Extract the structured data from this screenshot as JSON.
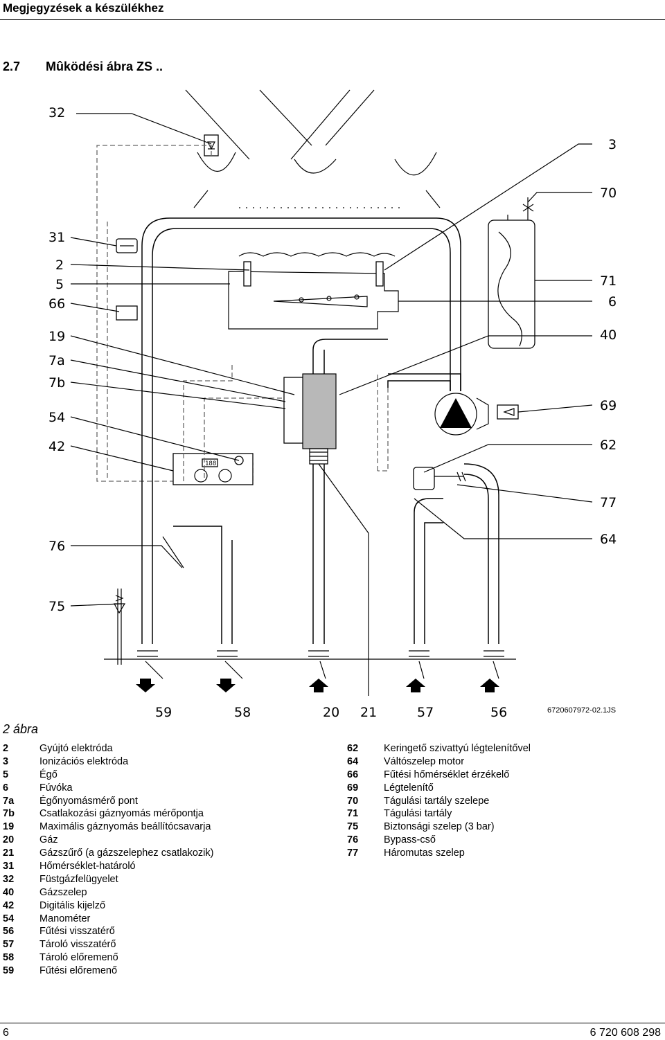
{
  "header": {
    "title": "Megjegyzések a készülékhez"
  },
  "section": {
    "number": "2.7",
    "title": "Mûködési ábra ZS .."
  },
  "diagram": {
    "labels_left": [
      "32",
      "31",
      "2",
      "5",
      "66",
      "19",
      "7a",
      "7b",
      "54",
      "42",
      "76",
      "75"
    ],
    "labels_right": [
      "3",
      "70",
      "71",
      "6",
      "40",
      "69",
      "62",
      "77",
      "64"
    ],
    "labels_bottom": [
      "59",
      "58",
      "20",
      "21",
      "57",
      "56"
    ],
    "display_text": "188",
    "code": "6720607972-02.1JS"
  },
  "caption": "2 ábra",
  "legend_left": [
    {
      "key": "2",
      "text": "Gyújtó elektróda"
    },
    {
      "key": "3",
      "text": "Ionizációs elektróda"
    },
    {
      "key": "5",
      "text": "Égő"
    },
    {
      "key": "6",
      "text": "Fúvóka"
    },
    {
      "key": "7a",
      "text": "Égőnyomásmérő pont"
    },
    {
      "key": "7b",
      "text": "Csatlakozási gáznyomás mérőpontja"
    },
    {
      "key": "19",
      "text": "Maximális gáznyomás beállítócsavarja"
    },
    {
      "key": "20",
      "text": "Gáz"
    },
    {
      "key": "21",
      "text": "Gázszűrő (a gázszelephez csatlakozik)"
    },
    {
      "key": "31",
      "text": "Hőmérséklet-határoló"
    },
    {
      "key": "32",
      "text": "Füstgázfelügyelet"
    },
    {
      "key": "40",
      "text": "Gázszelep"
    },
    {
      "key": "42",
      "text": "Digitális kijelző"
    },
    {
      "key": "54",
      "text": "Manométer"
    },
    {
      "key": "56",
      "text": "Fűtési visszatérő"
    },
    {
      "key": "57",
      "text": "Tároló visszatérő"
    },
    {
      "key": "58",
      "text": "Tároló előremenő"
    },
    {
      "key": "59",
      "text": "Fűtési előremenő"
    }
  ],
  "legend_right": [
    {
      "key": "62",
      "text": "Keringető szivattyú légtelenítővel"
    },
    {
      "key": "64",
      "text": "Váltószelep motor"
    },
    {
      "key": "66",
      "text": "Fűtési hőmérséklet érzékelő"
    },
    {
      "key": "69",
      "text": "Légtelenítő"
    },
    {
      "key": "70",
      "text": "Tágulási tartály szelepe"
    },
    {
      "key": "71",
      "text": "Tágulási tartály"
    },
    {
      "key": "75",
      "text": "Biztonsági szelep (3 bar)"
    },
    {
      "key": "76",
      "text": "Bypass-cső"
    },
    {
      "key": "77",
      "text": "Háromutas szelep"
    }
  ],
  "footer": {
    "page": "6",
    "doc": "6 720 608 298"
  }
}
